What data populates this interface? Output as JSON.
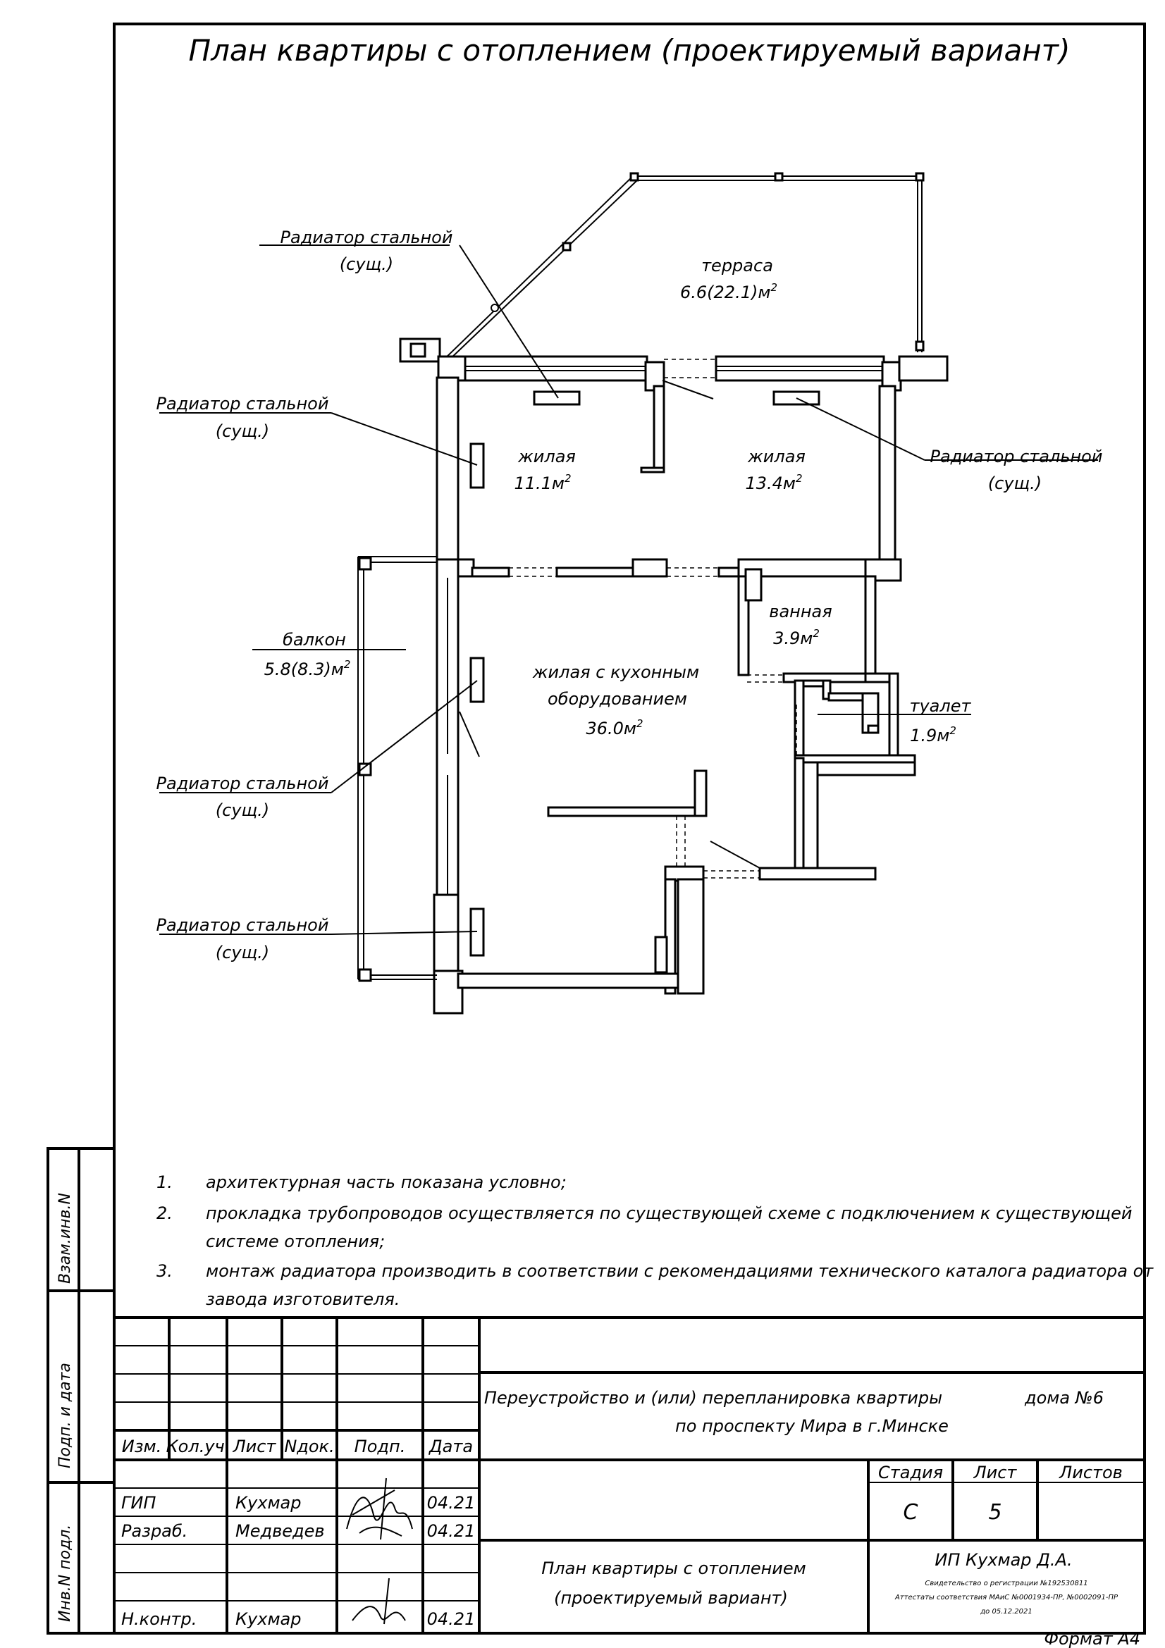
{
  "title": "План квартиры с отоплением (проектируемый вариант)",
  "rooms": {
    "terrace": {
      "name": "терраса",
      "area": "6.6(22.1)м",
      "sup": "2"
    },
    "living1": {
      "name": "жилая",
      "area": "11.1м",
      "sup": "2"
    },
    "living2": {
      "name": "жилая",
      "area": "13.4м",
      "sup": "2"
    },
    "bath": {
      "name": "ванная",
      "area": "3.9м",
      "sup": "2"
    },
    "toilet": {
      "name": "туалет",
      "area": "1.9м",
      "sup": "2"
    },
    "balcony": {
      "name": "балкон",
      "area": "5.8(8.3)м",
      "sup": "2"
    },
    "kitchen": {
      "line1": "жилая с кухонным",
      "line2": "оборудованием",
      "area": "36.0м",
      "sup": "2"
    }
  },
  "radiator_label": {
    "line1": "Радиатор стальной",
    "line2": "(сущ.)"
  },
  "notes": [
    {
      "num": "1.",
      "lines": [
        "архитектурная часть показана условно;"
      ]
    },
    {
      "num": "2.",
      "lines": [
        "прокладка трубопроводов осуществляется по существующей схеме с подключением к существующей",
        "системе отопления;"
      ]
    },
    {
      "num": "3.",
      "lines": [
        "монтаж радиатора производить в соответствии с рекомендациями технического каталога радиатора от",
        "завода изготовителя."
      ]
    }
  ],
  "side_labels": {
    "vzam": "Взам.инв.N",
    "podp": "Подп. и дата",
    "inv": "Инв.N подл."
  },
  "stamp": {
    "headers": [
      "Изм.",
      "Кол.уч.",
      "Лист",
      "Nдок.",
      "Подп.",
      "Дата"
    ],
    "people": [
      {
        "role": "ГИП",
        "name": "Кухмар",
        "date": "04.21"
      },
      {
        "role": "Разраб.",
        "name": "Медведев",
        "date": "04.21"
      },
      {
        "role": "Н.контр.",
        "name": "Кухмар",
        "date": "04.21"
      }
    ],
    "project_line1": "Переустройство и (или) перепланировка квартиры",
    "project_house": "дома №6",
    "project_line2": "по проспекту Мира в г.Минске",
    "stage_label": "Стадия",
    "sheet_label": "Лист",
    "sheets_label": "Листов",
    "stage": "С",
    "sheet": "5",
    "sheets": "",
    "drawing_line1": "План квартиры с отоплением",
    "drawing_line2": "(проектируемый вариант)",
    "company": "ИП Кухмар Д.А.",
    "company_line1": "Свидетельство о регистрации №192530811",
    "company_line2": "Аттестаты соответствия МАиС №0001934-ПР, №0002091-ПР",
    "company_line3": "до 05.12.2021"
  },
  "format": "Формат А4"
}
